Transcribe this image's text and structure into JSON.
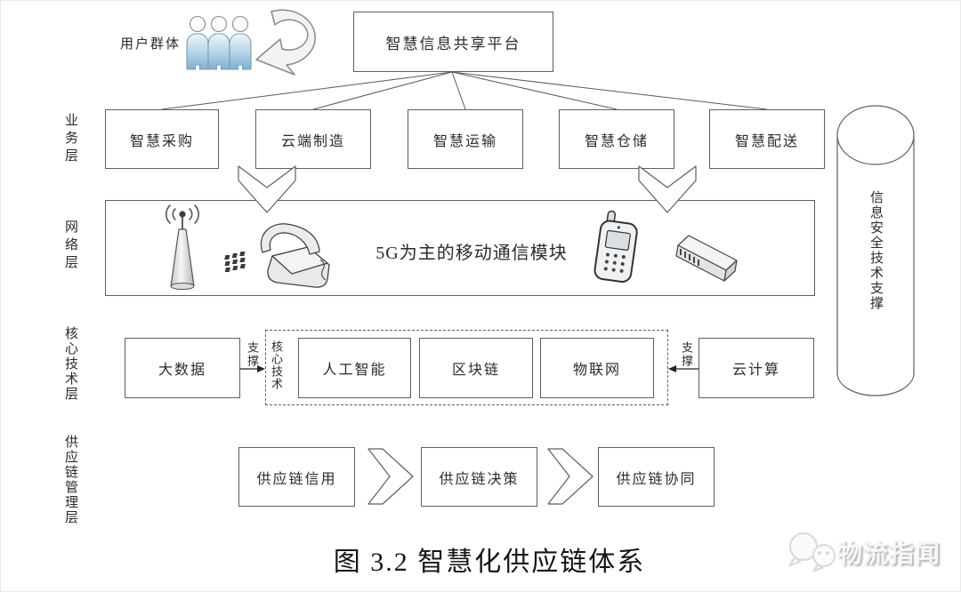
{
  "top": {
    "user_group_label": "用户群体",
    "platform_box": "智慧信息共享平台"
  },
  "business": {
    "layer_label": "业务层",
    "boxes": [
      "智慧采购",
      "云端制造",
      "智慧运输",
      "智慧仓储",
      "智慧配送"
    ]
  },
  "network": {
    "layer_label": "网络层",
    "module_text": "5G为主的移动通信模块",
    "icons": [
      "antenna-icon",
      "telephone-icon",
      "mobile-phone-icon",
      "router-icon"
    ]
  },
  "core": {
    "layer_label": "核心技术层",
    "big_data_box": "大数据",
    "support_left": "支撑",
    "group_label": "核心技术",
    "group_boxes": [
      "人工智能",
      "区块链",
      "物联网"
    ],
    "support_right": "支撑",
    "cloud_box": "云计算"
  },
  "supply": {
    "layer_label": "供应链管理层",
    "boxes": [
      "供应链信用",
      "供应链决策",
      "供应链协同"
    ]
  },
  "pillar": {
    "text": "信息安全技术支撑"
  },
  "caption": "图 3.2  智慧化供应链体系",
  "watermark": {
    "text": "物流指闻",
    "icon": "chat-bubbles-icon"
  },
  "colors": {
    "line": "#5f5f5f",
    "text": "#2b2b2b",
    "person_blue": "#8fbcd9",
    "fill_light": "#f3f3f3"
  }
}
